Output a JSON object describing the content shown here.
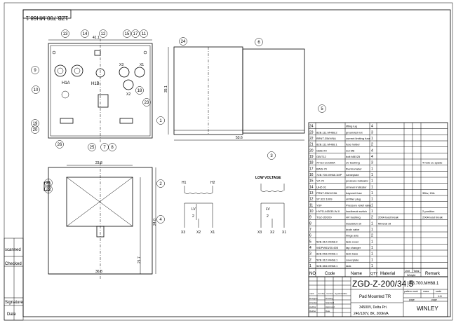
{
  "title_tab": "1ZB.700.MH68.1",
  "side_labels": [
    "scanned",
    "Checked",
    "Signature",
    "Date"
  ],
  "dimensions": {
    "front_width": "41.1",
    "side_height": "35.1",
    "side_width": "53.6",
    "top_inner": "23.8",
    "top_width": "36.8",
    "top_inner_h": "21.7",
    "top_height": "24.0"
  },
  "terminals": {
    "h1a": "H1A",
    "h1b": "H1B",
    "x1": "X1",
    "x2": "X2",
    "x3": "X3"
  },
  "schematic": {
    "h1": "H1",
    "h2": "H2",
    "lv": "LV",
    "lv2": "2",
    "low_voltage": "LOW VOLTAGE",
    "x3": "X3",
    "x2": "X2",
    "x1": "X1"
  },
  "balloons": [
    "13",
    "14",
    "12",
    "15",
    "17",
    "11",
    "9",
    "10",
    "18",
    "23",
    "19",
    "20",
    "1",
    "26",
    "25",
    "7",
    "8",
    "24",
    "6",
    "5",
    "3",
    "2",
    "21",
    "22",
    "4"
  ],
  "parts_header": {
    "no": "NO",
    "code": "Code",
    "name": "Name",
    "qty": "QTY",
    "material": "Material",
    "unit": "Unit",
    "total": "Total",
    "weight": "Weight",
    "remark": "Remark"
  },
  "parts": [
    {
      "no": "24",
      "code": "",
      "name": "lifting lug",
      "qty": "4",
      "material": "",
      "remark": ""
    },
    {
      "no": "23",
      "code": "8ZB.111.MH68.2",
      "name": "grounded nut",
      "qty": "3",
      "material": "",
      "remark": ""
    },
    {
      "no": "22",
      "code": "BRNT-35kV/NA",
      "name": "current limiting fuse",
      "qty": "1",
      "material": "",
      "remark": ""
    },
    {
      "no": "21",
      "code": "8ZB.111.MH68.1",
      "name": "fuse holder",
      "qty": "2",
      "material": "",
      "remark": ""
    },
    {
      "no": "20",
      "code": "GB6170",
      "name": "nut M8",
      "qty": "4",
      "material": "",
      "remark": ""
    },
    {
      "no": "19",
      "code": "GB/T12",
      "name": "bolt M8X25",
      "qty": "4",
      "material": "",
      "remark": ""
    },
    {
      "no": "18",
      "code": "XTG3-1/1050A",
      "name": "LV bushing",
      "qty": "3",
      "material": "",
      "remark": "4-hole cu spade"
    },
    {
      "no": "17",
      "code": "BWS-70",
      "name": "thermometer",
      "qty": "1",
      "material": "",
      "remark": ""
    },
    {
      "no": "16",
      "code": "7ZB.700.MH68.1MP",
      "name": "nameplate",
      "qty": "1",
      "material": "",
      "remark": ""
    },
    {
      "no": "15",
      "code": "YZ-70",
      "name": "pressure indicator",
      "qty": "1",
      "material": "",
      "remark": ""
    },
    {
      "no": "14",
      "code": "UHZ-01",
      "name": "oil level indicator",
      "qty": "1",
      "material": "",
      "remark": ""
    },
    {
      "no": "13",
      "code": "PRNT-35kV/15A",
      "name": "bayonet fuse",
      "qty": "1",
      "material": "",
      "remark": "35kv, 15A"
    },
    {
      "no": "12",
      "code": "ST.322.1009",
      "name": "oil filler plug",
      "qty": "1",
      "material": "",
      "remark": ""
    },
    {
      "no": "11",
      "code": "YSF",
      "name": "Pressure relief valve",
      "qty": "1",
      "material": "",
      "remark": ""
    },
    {
      "no": "10",
      "code": "HYFD-465/35-W-II",
      "name": "loadbreak switch",
      "qty": "1",
      "material": "",
      "remark": "2-position"
    },
    {
      "no": "9",
      "code": "TGZ-35/200",
      "name": "HV bushing",
      "qty": "2",
      "material": "200A load break",
      "remark": "200A load break"
    },
    {
      "no": "8",
      "code": "",
      "name": "insulation oil",
      "qty": "1",
      "material": "Mineral oil",
      "remark": ""
    },
    {
      "no": "7",
      "code": "",
      "name": "drain valve",
      "qty": "1",
      "material": "",
      "remark": ""
    },
    {
      "no": "6",
      "code": "",
      "name": "hinge axis",
      "qty": "2",
      "material": "",
      "remark": ""
    },
    {
      "no": "5",
      "code": "5ZB.312.MH68.2",
      "name": "tank cover",
      "qty": "1",
      "material": "",
      "remark": ""
    },
    {
      "no": "4",
      "code": "WDPW63/30-605",
      "name": "tap changer",
      "qty": "1",
      "material": "",
      "remark": ""
    },
    {
      "no": "3",
      "code": "8ZB.053.MH68.1",
      "name": "tank base",
      "qty": "1",
      "material": "",
      "remark": ""
    },
    {
      "no": "2",
      "code": "5ZB.312.MH68.1",
      "name": "coverplate",
      "qty": "1",
      "material": "",
      "remark": ""
    },
    {
      "no": "1",
      "code": "5ZB.384.MH68.1",
      "name": "tank",
      "qty": "1",
      "material": "",
      "remark": ""
    }
  ],
  "title_block": {
    "model": "ZGD-Z-200/34.5",
    "drawing_no": "1ZB.700.MH68.1",
    "product": "Pad Mounted TR",
    "spec1": "34500V, Delta Pri.",
    "spec2": "240/120V, 8K, 200kVA",
    "company": "WINLEY",
    "pattern_mark": "pattern mark",
    "mass": "mass",
    "scale": "scale",
    "scale_value": "1:8",
    "page": "page",
    "page2": "page",
    "rev_headers": [
      "mark",
      "number",
      "revision",
      "signature",
      "date"
    ],
    "roles": [
      "Designer",
      "Checker",
      "Auditor",
      "Ratifier"
    ],
    "roles2": [
      "Drawing",
      "Standard",
      "Approved",
      "Date"
    ]
  }
}
